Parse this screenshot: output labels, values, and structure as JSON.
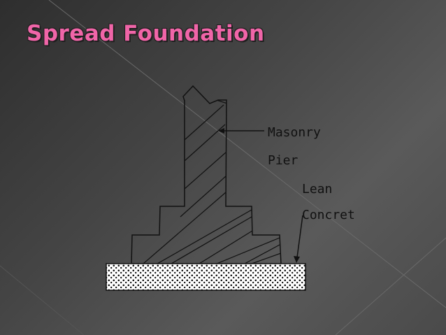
{
  "slide": {
    "title": "Spread Foundation"
  },
  "diagram": {
    "labels": {
      "masonry": "Masonry",
      "pier": "Pier",
      "lean": "Lean",
      "concrete": "Concret"
    }
  },
  "colors": {
    "title": "#f065a8",
    "background": "#4a4a4a",
    "outline": "#111111",
    "concrete_fill": "#ffffff"
  }
}
